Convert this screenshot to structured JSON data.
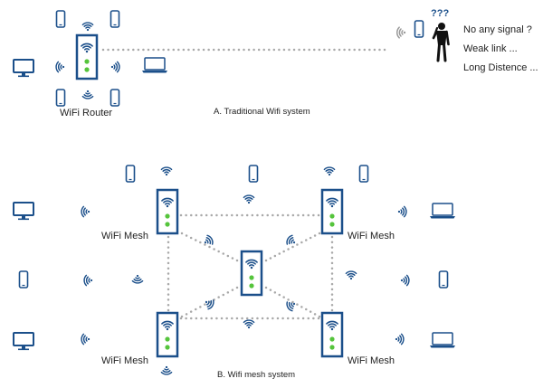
{
  "colors": {
    "device": "#1b4f8a",
    "light": "#55c43c",
    "dots": "#a8a8a8",
    "person": "#111111",
    "wifi_gray": "#999999"
  },
  "traditional": {
    "router_label": "WiFi Router",
    "caption": "A. Traditional Wifi system",
    "question": "???",
    "statements": [
      "No any signal ?",
      "Weak link ...",
      "Long Distence ..."
    ]
  },
  "mesh": {
    "node_label": "WiFi Mesh",
    "caption": "B. Wifi mesh system"
  },
  "icons": [
    "router-icon",
    "wifi-icon",
    "phone-icon",
    "monitor-icon",
    "laptop-icon",
    "person-icon"
  ]
}
